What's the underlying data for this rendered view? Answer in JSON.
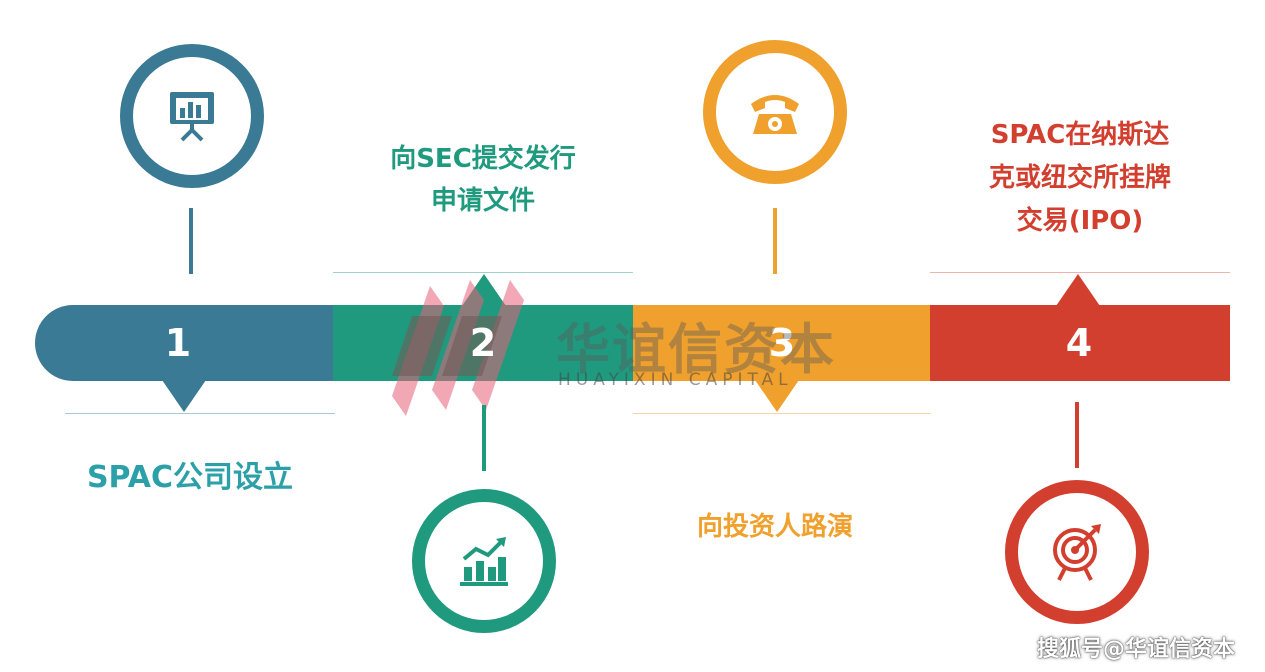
{
  "steps": [
    {
      "number": "1",
      "caption": "SPAC公司设立",
      "icon": "presentation-board-icon",
      "color": "#3a7a94"
    },
    {
      "number": "2",
      "caption_lines": [
        "向SEC提交发行",
        "申请文件"
      ],
      "icon": "bar-chart-growth-icon",
      "color": "#1f9a7e"
    },
    {
      "number": "3",
      "caption": "向投资人路演",
      "icon": "telephone-icon",
      "color": "#f0a02c"
    },
    {
      "number": "4",
      "caption_lines": [
        "SPAC在纳斯达",
        "克或纽交所挂牌",
        "交易(IPO)"
      ],
      "icon": "target-icon",
      "color": "#d33f2f"
    }
  ],
  "watermark": {
    "name": "华谊信资本",
    "name_en": "HUAYIXIN CAPITAL"
  },
  "source_label": "搜狐号@华谊信资本"
}
